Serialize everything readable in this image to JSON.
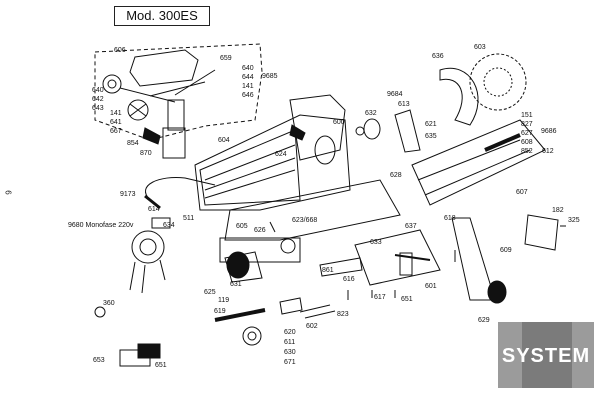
{
  "title": "Mod. 300ES",
  "page_number": "6",
  "watermark": "SYSTEM",
  "colors": {
    "ink": "#111111",
    "paper": "#ffffff",
    "logo_bg": "#8a8a8a"
  },
  "labels": {
    "p606": "606",
    "p659": "659",
    "p640a": "640",
    "p644": "644",
    "p141a": "141",
    "p646": "646",
    "p9685": "9685",
    "p640b": "640",
    "p642": "642",
    "p643": "643",
    "p141b": "141",
    "p641": "641",
    "p667": "667",
    "p854": "854",
    "p870": "870",
    "p604": "604",
    "p600": "600",
    "p624": "624",
    "p628": "628",
    "p9173": "9173",
    "p614": "614",
    "p511": "511",
    "p605": "605",
    "p626": "626",
    "p623": "623/668",
    "p9680": "9680 Monofase 220v",
    "p634": "634",
    "p636": "636",
    "p603": "603",
    "p9684": "9684",
    "p632": "632",
    "p613": "613",
    "p621": "621",
    "p635": "635",
    "p151": "151",
    "p827": "827",
    "p627": "627",
    "p608": "608",
    "p852": "852",
    "p612": "612",
    "p9686": "9686",
    "p607": "607",
    "p618": "618",
    "p637": "637",
    "p633": "633",
    "p609": "609",
    "p182": "182",
    "p325": "325",
    "p631": "631",
    "p625": "625",
    "p119": "119",
    "p619": "619",
    "p620": "620",
    "p611": "611",
    "p630": "630",
    "p671": "671",
    "p602": "602",
    "p823": "823",
    "p617": "617",
    "p651a": "651",
    "p601": "601",
    "p616": "616",
    "p861": "861",
    "p629": "629",
    "p360": "360",
    "p653": "653",
    "p651b": "651"
  }
}
